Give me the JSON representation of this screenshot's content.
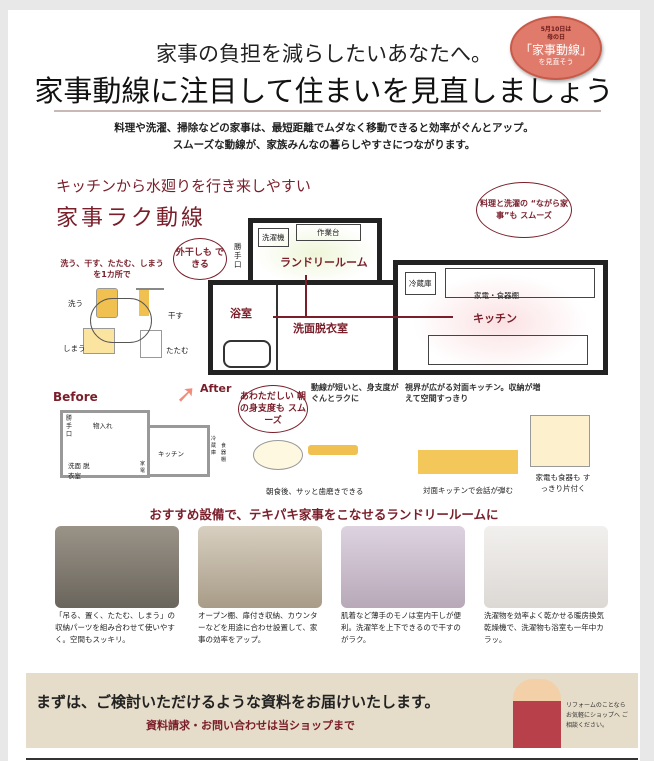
{
  "badge": {
    "line1": "5月10日は",
    "line2": "母の日",
    "line3": "「家事動線」",
    "line4": "を見直そう"
  },
  "title": {
    "line1": "家事の負担を減らしたいあなたへ。",
    "line2": "家事動線に注目して住まいを見直しましょう"
  },
  "intro": [
    "料理や洗濯、掃除などの家事は、最短距離でムダなく移動できると効率がぐんとアップ。",
    "スムーズな動線が、家族みんなの暮らしやすさにつながります。"
  ],
  "section": {
    "subtitle": "キッチンから水廻りを行き来しやすい",
    "title": "家事ラク動線"
  },
  "cycle": {
    "caption": "洗う、干す、たたむ、しまう を1カ所で",
    "wash": "洗う",
    "dry": "干す",
    "fold": "たたむ",
    "store": "しまう"
  },
  "plan": {
    "laundry_room": "ランドリールーム",
    "washer": "洗濯機",
    "workbench": "作業台",
    "back_door": "勝手口",
    "bath": "浴室",
    "dressing": "洗面脱衣室",
    "kitchen": "キッチン",
    "fridge": "冷蔵庫",
    "cupboard": "家電・食器棚",
    "bubble_outdoor": "外干しも できる",
    "bubble_cooking": "料理と洗濯の “ながら家事”も スムーズ"
  },
  "before": {
    "label": "Before",
    "back_door": "勝手口",
    "closet": "物入れ",
    "dressing": "洗面 脱衣室",
    "kitchen": "キッチン",
    "fridge": "冷蔵庫",
    "appliance": "家電",
    "cupboard": "食器棚"
  },
  "after": {
    "label": "After",
    "bubble": "あわただしい 朝の身支度も スムーズ",
    "note": "動線が短いと、身支度がぐんとラクに",
    "caption": "朝食後、サッと歯磨きできる"
  },
  "kitchen_note": {
    "text": "視界が広がる対面キッチン。収納が増えて空間すっきり",
    "caption1": "対面キッチンで会話が弾む",
    "caption2": "家電も食器も すっきり片付く"
  },
  "recommend": {
    "heading": "おすすめ設備で、テキパキ家事をこなせるランドリールームに",
    "items": [
      {
        "caption": "「吊る、置く、たたむ、しまう」の収納パーツを組み合わせて使いやすく。空間もスッキリ。"
      },
      {
        "caption": "オープン棚、扉付き収納、カウンターなどを用途に合わせ設置して、家事の効率をアップ。"
      },
      {
        "caption": "肌着など薄手のモノは室内干しが便利。洗濯竿を上下できるので干すのがラク。"
      },
      {
        "caption": "洗濯物を効率よく乾かせる暖房換気乾燥機で、洗濯物も浴室も一年中カラッ。"
      }
    ]
  },
  "banner": {
    "main": "まずは、ご検討いただけるような資料をお届けいたします。",
    "sub": "資料請求・お問い合わせは当ショップまで",
    "speech": "リフォームのことなら お気軽にショップへ ご相談ください。"
  },
  "colors": {
    "maroon": "#7a1e2a",
    "badge": "#e07a6a",
    "banner": "#e5dcc9",
    "yellow": "#f0c050"
  }
}
